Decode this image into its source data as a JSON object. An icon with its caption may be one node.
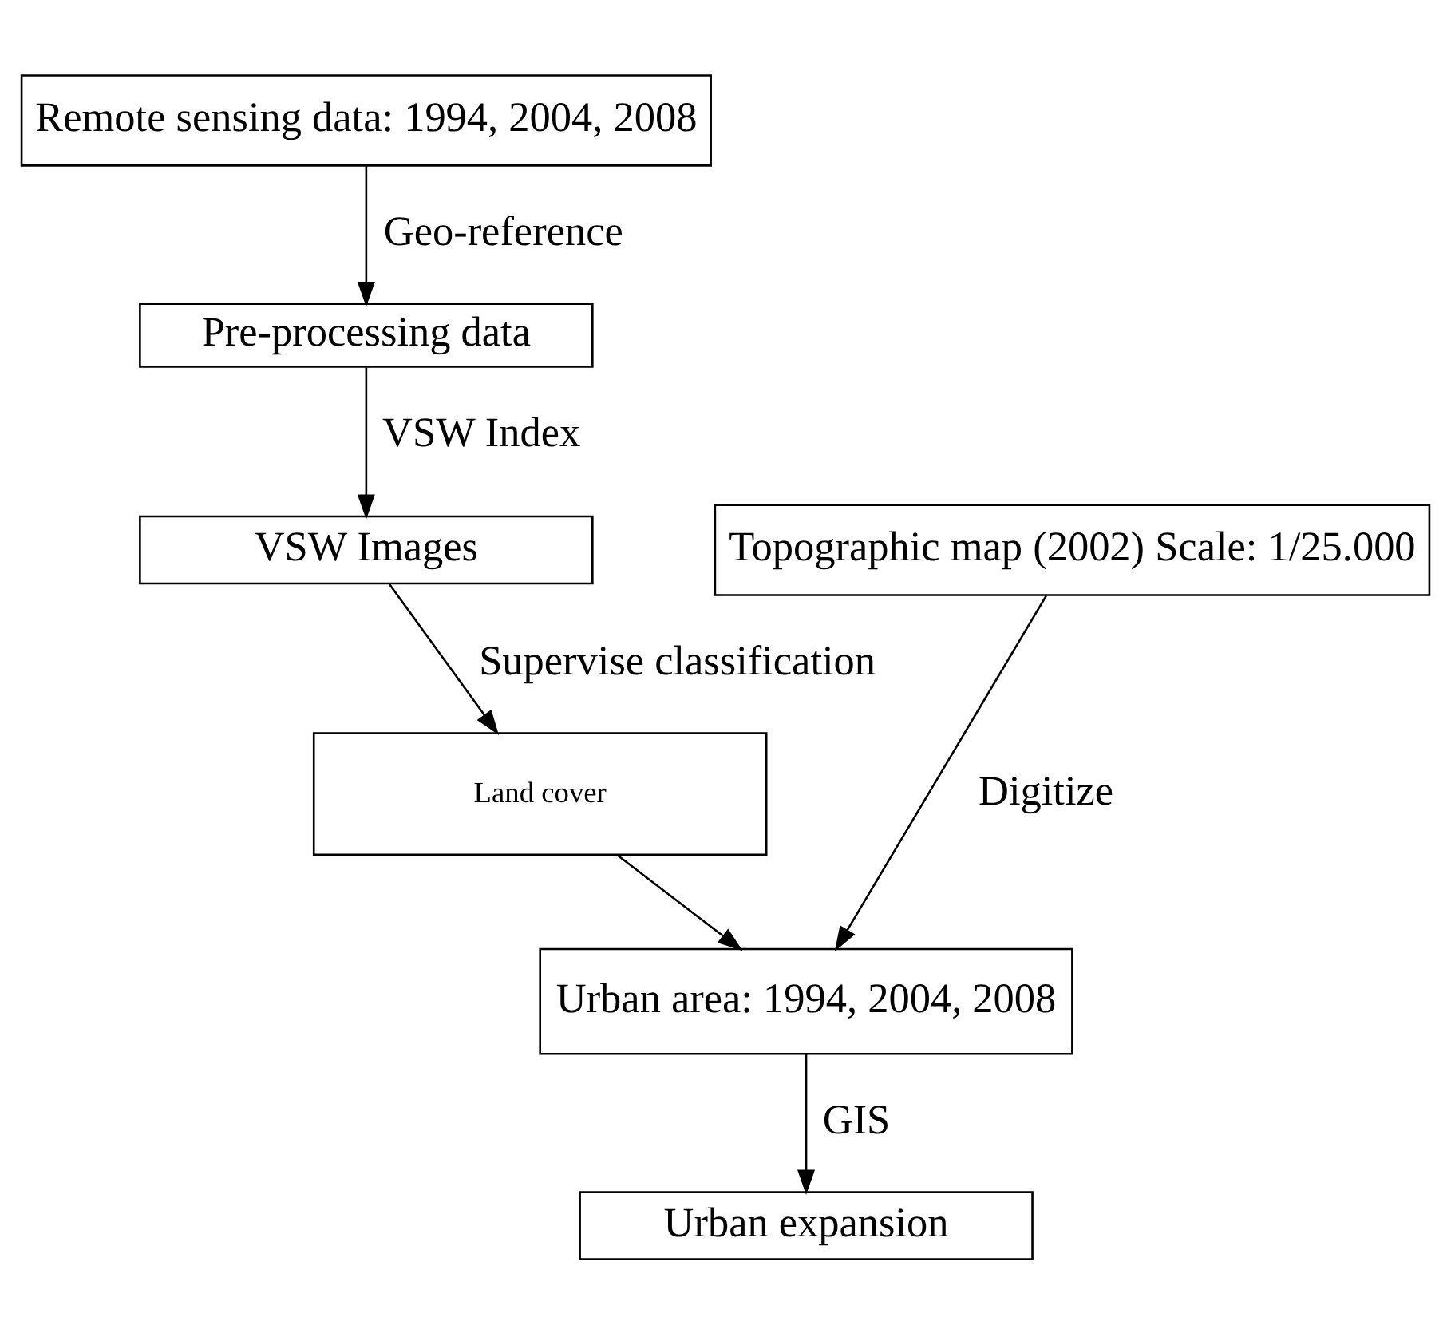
{
  "diagram": {
    "nodes": [
      {
        "text": [
          "Remote sensing data: 1994, 2004, 2008"
        ]
      },
      {
        "text": [
          "Pre-processing data"
        ]
      },
      {
        "text": [
          "VSW Images"
        ]
      },
      {
        "text": [
          "Topographic map (2002) Scale: 1/25.000"
        ]
      },
      {
        "text": [
          "Land cover"
        ]
      },
      {
        "text": [
          "Urban area: 1994, 2004, 2008"
        ]
      },
      {
        "text": [
          "Urban expansion"
        ]
      }
    ],
    "edges": [
      {
        "from": 0,
        "to": 1,
        "arrow": "to",
        "label": "Geo-reference"
      },
      {
        "from": 1,
        "to": 2,
        "arrow": "to",
        "label": "VSW Index"
      },
      {
        "from": 2,
        "to": 4,
        "arrow": "to",
        "label": "Supervise classification"
      },
      {
        "from": 4,
        "to": 5,
        "arrow": "to"
      },
      {
        "from": 3,
        "to": 5,
        "arrow": "to",
        "label": "Digitize"
      },
      {
        "from": 5,
        "to": 6,
        "arrow": "to",
        "label": "GIS"
      }
    ]
  }
}
